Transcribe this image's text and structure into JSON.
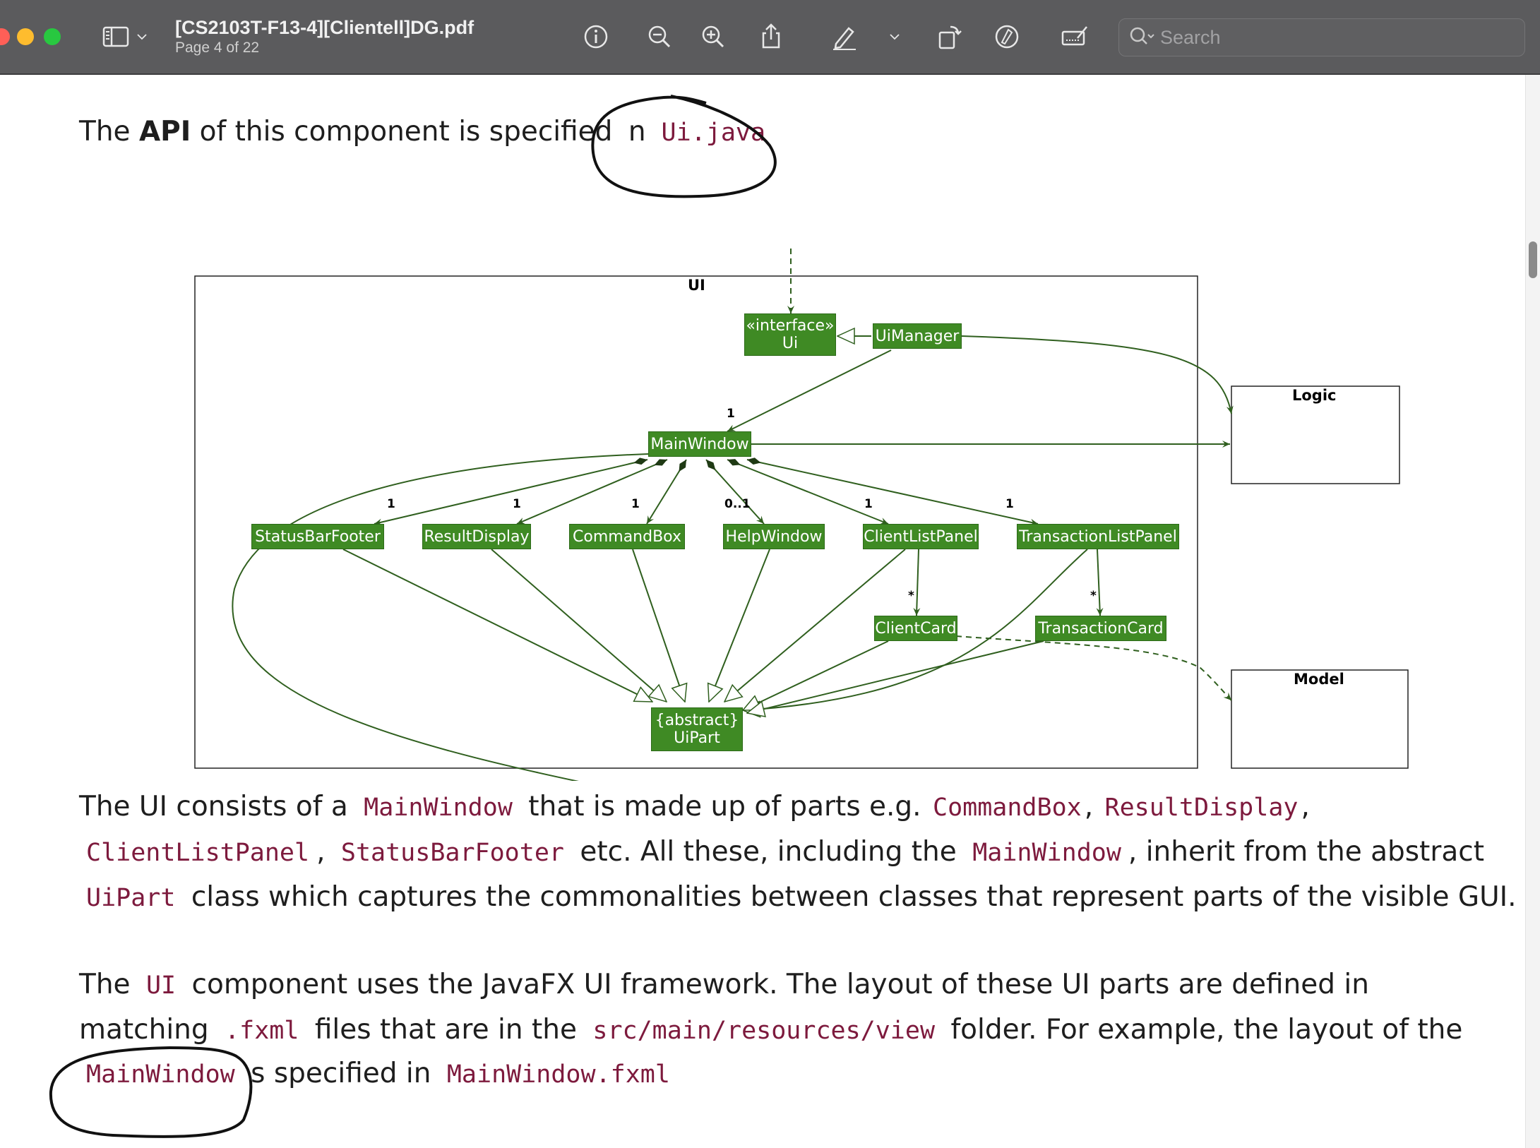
{
  "window": {
    "title": "[CS2103T-F13-4][Clientell]DG.pdf",
    "page_indicator": "Page 4 of 22",
    "search_placeholder": "Search",
    "traffic_lights": [
      "#ff5f57",
      "#febc2e",
      "#28c840"
    ]
  },
  "toolbar_icons": [
    "sidebar-icon",
    "chevron-down-icon",
    "info-icon",
    "zoom-out-icon",
    "zoom-in-icon",
    "share-icon",
    "markup-pen-icon",
    "chevron-down-icon",
    "rotate-icon",
    "annotate-icon",
    "form-fill-icon",
    "search-icon"
  ],
  "content": {
    "intro_prefix": "The ",
    "intro_bold": "API",
    "intro_middle": " of this component is specified ",
    "intro_n": "n",
    "intro_code": "Ui.java",
    "para1_line1_a": "The UI consists of a",
    "para1_code_mainwindow": "MainWindow",
    "para1_line1_b": "that is made up of parts e.g.",
    "para1_code_commandbox": "CommandBox",
    "comma1": ",",
    "para1_code_resultdisplay": "ResultDisplay",
    "comma2": ",",
    "para1_code_clientlistpanel": "ClientListPanel",
    "comma3": ",",
    "para1_code_statusbarfooter": "StatusBarFooter",
    "para1_line2_b": "etc. All these, including the",
    "para1_code_mainwindow2": "MainWindow",
    "para1_line2_c": ", inherit from the abstract",
    "para1_code_uipart": "UiPart",
    "para1_line3": "class which captures the commonalities between classes that represent parts of the visible GUI.",
    "para2_the": "The",
    "para2_code_ui": "UI",
    "para2_line1": "component uses the JavaFX UI framework. The layout of these UI parts are defined in",
    "para2_matching": "matching",
    "para2_code_fxml": ".fxml",
    "para2_line2_b": "files that are in the",
    "para2_code_path": "src/main/resources/view",
    "para2_line2_c": "folder. For example, the layout of the",
    "para2_code_mainwindow": "MainWindow",
    "para2_line3_b": "s specified in",
    "para2_code_fxmlfile": "MainWindow.fxml"
  },
  "diagram": {
    "frame_label": "UI",
    "logic_label": "Logic",
    "model_label": "Model",
    "interface_line1": "«interface»",
    "interface_line2": "Ui",
    "uimanager": "UiManager",
    "mainwindow": "MainWindow",
    "statusbarfooter": "StatusBarFooter",
    "resultdisplay": "ResultDisplay",
    "commandbox": "CommandBox",
    "helpwindow": "HelpWindow",
    "clientlistpanel": "ClientListPanel",
    "transactionlistpanel": "TransactionListPanel",
    "clientcard": "ClientCard",
    "transactioncard": "TransactionCard",
    "uipart_line1": "{abstract}",
    "uipart_line2": "UiPart",
    "mult_mainwindow": "1",
    "mult_statusbar": "1",
    "mult_result": "1",
    "mult_command": "1",
    "mult_help": "0..1",
    "mult_clientlist": "1",
    "mult_transactionlist": "1",
    "mult_clientcard": "*",
    "mult_transactioncard": "*"
  }
}
